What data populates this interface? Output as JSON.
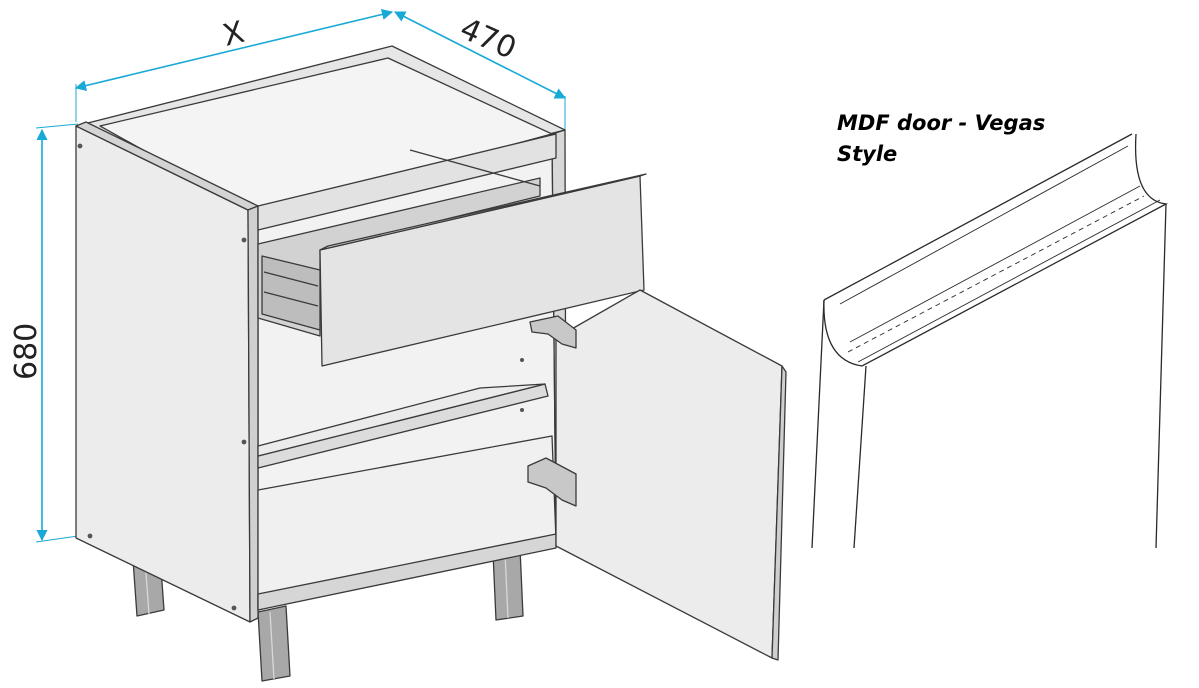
{
  "dimensions": {
    "width_label": "X",
    "depth_label": "470",
    "height_label": "680"
  },
  "door_caption": "MDF door - Vegas Style",
  "colors": {
    "dimension_line": "#19a9d6",
    "panel_face": "#ececec",
    "panel_edge": "#d4d4d4",
    "outline": "#3a3a3a"
  }
}
